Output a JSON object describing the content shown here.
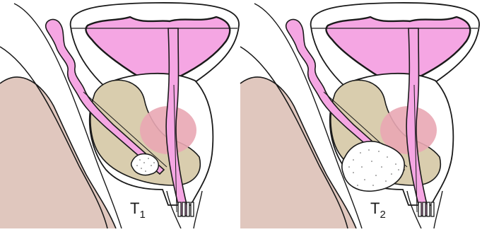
{
  "colors": {
    "background": "#ffffff",
    "outline": "#1a1a1a",
    "bladder_pink": "#f5a6e3",
    "rectum_tissue": "#e0c7be",
    "prostate_tan": "#d9cdae",
    "seminal_vesicle": "#e9a7b4",
    "tumor_fill": "#ffffff"
  },
  "panels": [
    {
      "id": "t1",
      "stage_letter": "T",
      "stage_sub": "1",
      "tumor_size": "small"
    },
    {
      "id": "t2",
      "stage_letter": "T",
      "stage_sub": "2",
      "tumor_size": "large"
    }
  ]
}
